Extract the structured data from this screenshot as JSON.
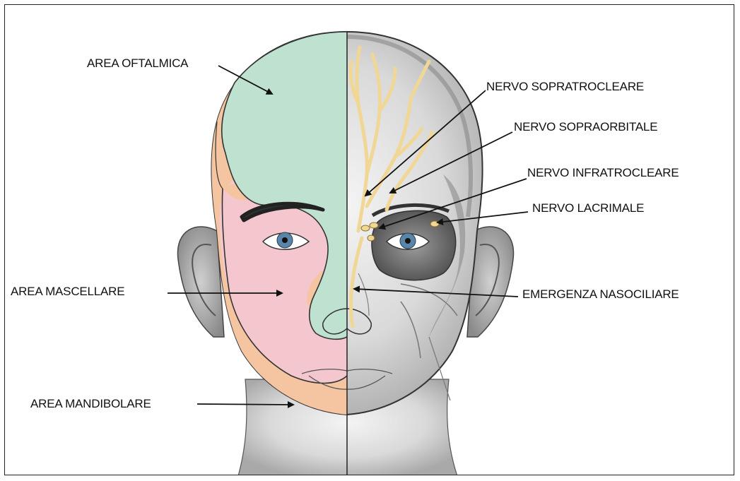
{
  "labels": {
    "area_oftalmica": "AREA OFTALMICA",
    "area_mascellare": "AREA MASCELLARE",
    "area_mandibolare": "AREA MANDIBOLARE",
    "nervo_sopratrocleare": "NERVO SOPRATROCLEARE",
    "nervo_sopraorbitale": "NERVO SOPRAORBITALE",
    "nervo_infratrocleare": "NERVO INFRATROCLEARE",
    "nervo_lacrimale": "NERVO LACRIMALE",
    "emergenza_nasociliare": "EMERGENZA NASOCILIARE"
  },
  "colors": {
    "ophthalmic_area": "#bfe1cf",
    "maxillary_area": "#f4c7cf",
    "mandibular_area": "#f5c4a0",
    "skin_gray": "#d8d8d8",
    "nerve": "#f1d796",
    "iris": "#5a84a8"
  }
}
